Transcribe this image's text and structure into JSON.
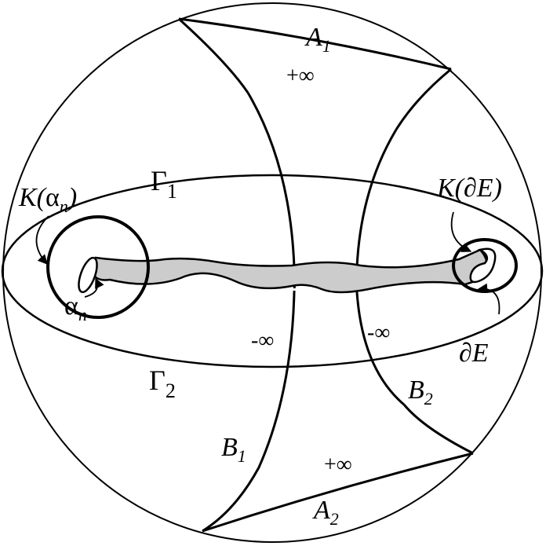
{
  "colors": {
    "stroke": "#000000",
    "tube_fill": "#cccccc",
    "background": "#ffffff"
  },
  "labels": {
    "A1": {
      "main": "A",
      "sub": "1"
    },
    "A2": {
      "main": "A",
      "sub": "2"
    },
    "B1": {
      "main": "B",
      "sub": "1"
    },
    "B2": {
      "main": "B",
      "sub": "2"
    },
    "Gamma1": {
      "main": "Γ",
      "sub": "1"
    },
    "Gamma2": {
      "main": "Γ",
      "sub": "2"
    },
    "K_alpha_n": {
      "pre": "K(",
      "alpha": "α",
      "n": "n",
      "post": ")"
    },
    "alpha_n": {
      "alpha": "α",
      "n": "n"
    },
    "K_dE": {
      "text": "K(∂E)"
    },
    "dE": {
      "text": "∂E"
    },
    "plus_inf_top": "+∞",
    "plus_inf_bottom": "+∞",
    "minus_inf_left": "-∞",
    "minus_inf_right": "-∞"
  }
}
